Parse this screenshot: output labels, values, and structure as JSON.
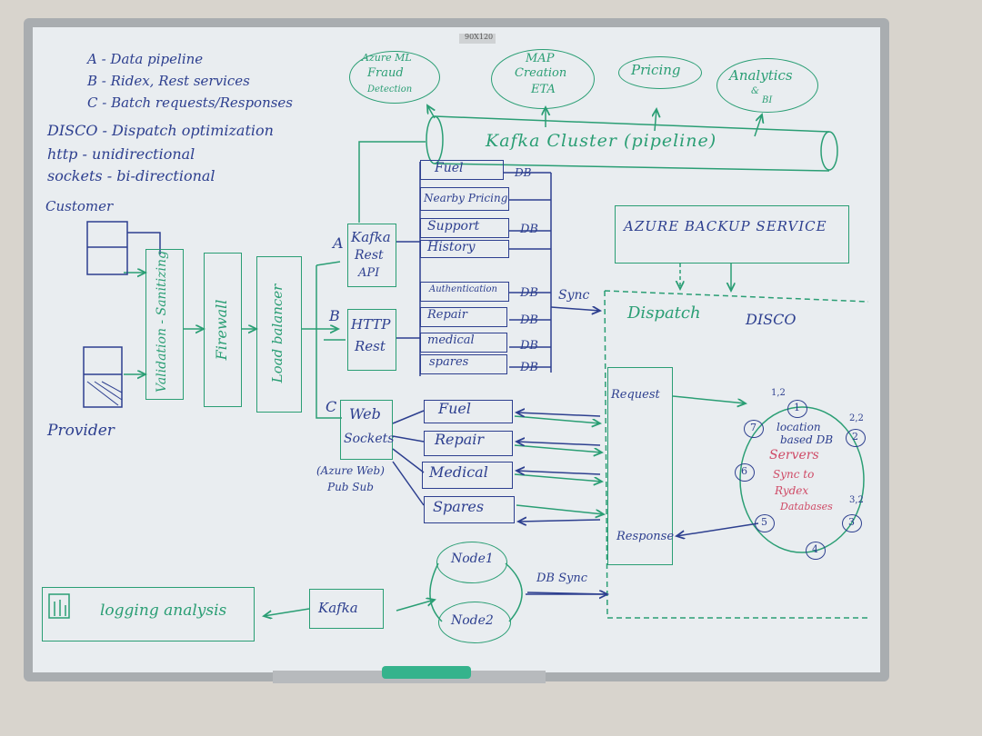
{
  "board": {
    "size_label": "90X120"
  },
  "legend": {
    "a": "A - Data pipeline",
    "b": "B - Ridex, Rest services",
    "c": "C - Batch requests/Responses",
    "disco": "DISCO - Dispatch optimization",
    "http": "http - unidirectional",
    "sockets": "sockets - bi-directional"
  },
  "top_consumers": {
    "azure_ml": [
      "Azure ML",
      "Fraud",
      "Detection"
    ],
    "map": [
      "MAP",
      "Creation",
      "ETA"
    ],
    "pricing": "Pricing",
    "analytics": [
      "Analytics",
      "&",
      "BI"
    ]
  },
  "kafka_cluster": "Kafka Cluster (pipeline)",
  "actors": {
    "customer": "Customer",
    "provider": "Provider"
  },
  "stages": {
    "validation": "Validation - Sanitizing",
    "firewall": "Firewall",
    "load_balancer": "Load balancer"
  },
  "paths": {
    "a_letter": "A",
    "a_api": [
      "Kafka",
      "Rest",
      "API"
    ],
    "b_letter": "B",
    "b_api": [
      "HTTP",
      "Rest"
    ],
    "c_letter": "C",
    "c_api": [
      "Web",
      "Sockets"
    ],
    "c_note": [
      "(Azure Web)",
      "Pub Sub"
    ]
  },
  "kafka_services": [
    "Fuel",
    "Nearby Pricing",
    "Support",
    "History"
  ],
  "rest_services": [
    "Authentication",
    "Repair",
    "medical",
    "spares"
  ],
  "socket_services": [
    "Fuel",
    "Repair",
    "Medical",
    "Spares"
  ],
  "db_label": "DB",
  "sync_label": "Sync",
  "backup_service": "AZURE BACKUP SERVICE",
  "dispatch": {
    "title": "Dispatch",
    "disco": "DISCO",
    "request": "Request",
    "response": "Response",
    "ring_nodes": [
      "1",
      "2",
      "3",
      "4",
      "5",
      "6",
      "7"
    ],
    "ring_labels": [
      "1,2",
      "2,2",
      "3,2"
    ],
    "location_db": [
      "location",
      "based DB"
    ],
    "servers": "Servers",
    "sync_to": [
      "Sync to",
      "Rydex",
      "Databases"
    ]
  },
  "nodes": [
    "Node1",
    "Node2"
  ],
  "db_sync": "DB Sync",
  "kafka_small": "Kafka",
  "logging": "logging analysis",
  "colors": {
    "board": "#e7ebee",
    "frame": "#a9adb0",
    "blue_marker": "#2d3f8f",
    "green_marker": "#2a9e74",
    "red_marker": "#cf4a66"
  }
}
